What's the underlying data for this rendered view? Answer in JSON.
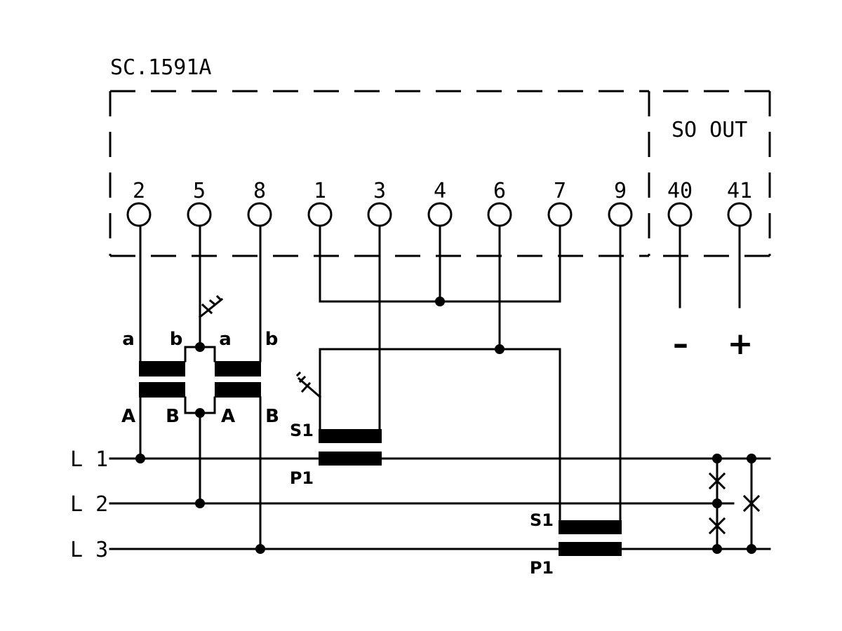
{
  "diagram": {
    "model": "SC.1591A",
    "output_block_label": "SO OUT",
    "terminals": [
      "2",
      "5",
      "8",
      "1",
      "3",
      "4",
      "6",
      "7",
      "9",
      "40",
      "41"
    ],
    "output_polarity": {
      "minus": "–",
      "plus": "+"
    },
    "vt_labels": {
      "left_secondary_a": "a",
      "left_secondary_b": "b",
      "right_secondary_a": "a",
      "right_secondary_b": "b",
      "left_primary_A": "A",
      "left_primary_B": "B",
      "right_primary_A": "A",
      "right_primary_B": "B"
    },
    "ct_labels": {
      "ct1_secondary": "S1",
      "ct1_primary": "P1",
      "ct2_secondary": "S1",
      "ct2_primary": "P1"
    },
    "lines": [
      "L 1",
      "L 2",
      "L 3"
    ]
  }
}
